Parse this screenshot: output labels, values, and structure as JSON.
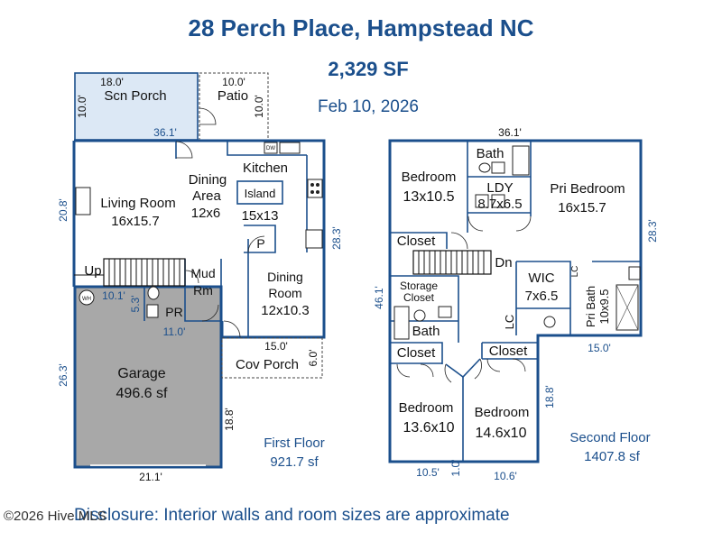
{
  "header": {
    "address": "28 Perch Place, Hampstead NC",
    "total_area": "2,329 SF",
    "date": "Feb 10, 2026"
  },
  "footer": {
    "disclosure": "Disclosure: Interior walls and room sizes are approximate",
    "watermark": "©2026 Hive MLS"
  },
  "first_floor": {
    "title": "First Floor",
    "area": "921.7 sf",
    "rooms": {
      "scn_porch": "Scn Porch",
      "patio": "Patio",
      "living_room": "Living Room",
      "living_room_size": "16x15.7",
      "dining_area": "Dining",
      "dining_area_2": "Area",
      "dining_area_size": "12x6",
      "kitchen": "Kitchen",
      "island": "Island",
      "island_size": "15x13",
      "pantry": "P",
      "mud": "Mud",
      "mud_2": "Rm",
      "pr": "PR",
      "dining_room": "Dining",
      "dining_room_2": "Room",
      "dining_room_size": "12x10.3",
      "up": "Up",
      "garage": "Garage",
      "garage_size": "496.6 sf",
      "cov_porch": "Cov Porch",
      "wh": "WH",
      "dw": "DW"
    },
    "dims": {
      "scn_w": "18.0'",
      "scn_h": "10.0'",
      "patio_w": "10.0'",
      "patio_h": "10.0'",
      "top": "36.1'",
      "left": "20.8'",
      "right": "28.3'",
      "mud_w": "10.1'",
      "mud_h": "5.3'",
      "garage_top": "11.0'",
      "garage_left": "26.3'",
      "garage_right": "18.8'",
      "garage_bottom": "21.1'",
      "cov_w": "15.0'",
      "cov_h": "6.0'"
    }
  },
  "second_floor": {
    "title": "Second Floor",
    "area": "1407.8 sf",
    "rooms": {
      "bedroom_a": "Bedroom",
      "bedroom_a_size": "13x10.5",
      "bath_top": "Bath",
      "ldy": "LDY",
      "ldy_size": "8.7x6.5",
      "pri_bedroom": "Pri Bedroom",
      "pri_bedroom_size": "16x15.7",
      "closet_a": "Closet",
      "dn": "Dn",
      "wic": "WIC",
      "wic_size": "7x6.5",
      "pri_bath": "Pri Bath",
      "pri_bath_size": "10x9.5",
      "lc_a": "LC",
      "lc_b": "LC",
      "storage": "Storage",
      "storage_2": "Closet",
      "bath_mid": "Bath",
      "closet_b": "Closet",
      "closet_c": "Closet",
      "bedroom_b": "Bedroom",
      "bedroom_b_size": "13.6x10",
      "bedroom_c": "Bedroom",
      "bedroom_c_size": "14.6x10"
    },
    "dims": {
      "top": "36.1'",
      "left": "46.1'",
      "right": "28.3'",
      "step": "15.0'",
      "right_lower": "18.8'",
      "bottom_a": "10.5'",
      "bottom_gap": "1.0'",
      "bottom_b": "10.6'"
    }
  }
}
